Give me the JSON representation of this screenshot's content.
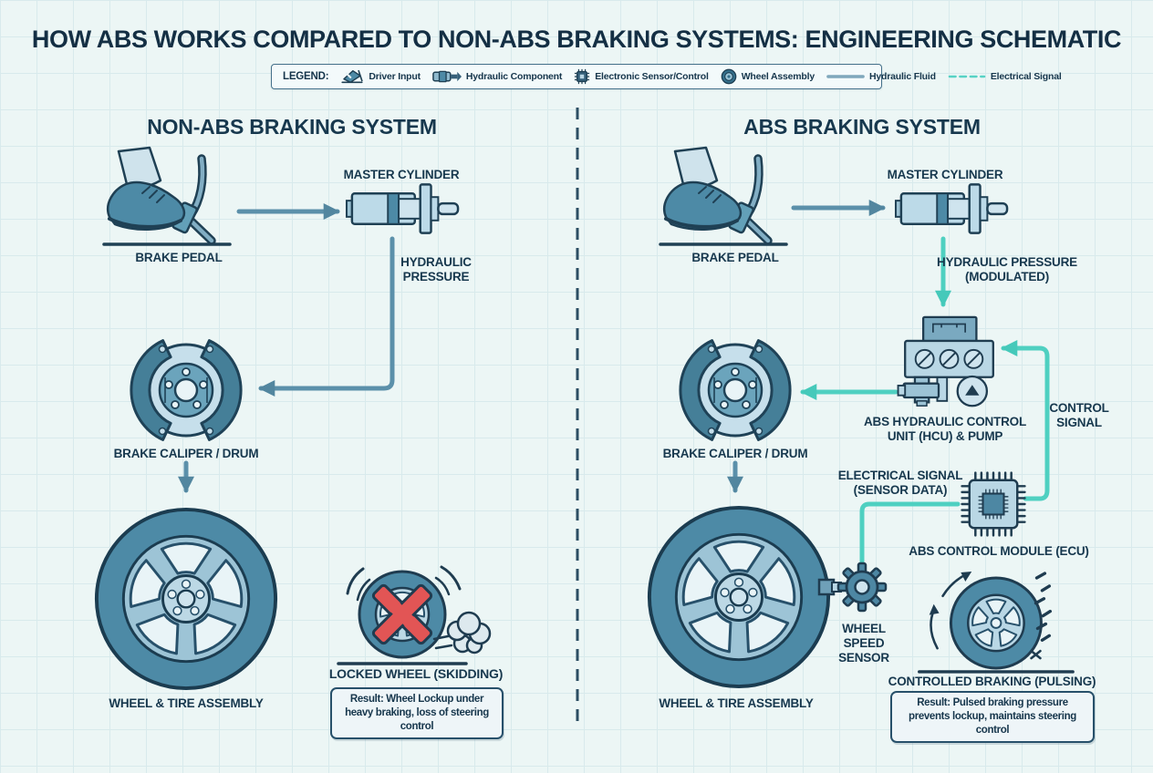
{
  "title": "HOW ABS WORKS COMPARED TO NON-ABS BRAKING SYSTEMS: ENGINEERING SCHEMATIC",
  "legend": {
    "label": "LEGEND:",
    "items": [
      {
        "label": "Driver Input"
      },
      {
        "label": "Hydraulic Component"
      },
      {
        "label": "Electronic Sensor/Control"
      },
      {
        "label": "Wheel Assembly"
      },
      {
        "label": "Hydraulic Fluid"
      },
      {
        "label": "Electrical Signal"
      }
    ]
  },
  "non_abs": {
    "heading": "NON-ABS BRAKING SYSTEM",
    "brake_pedal": "BRAKE PEDAL",
    "master_cylinder": "MASTER CYLINDER",
    "hydraulic_pressure": "HYDRAULIC PRESSURE",
    "brake_caliper": "BRAKE CALIPER / DRUM",
    "wheel_assembly": "WHEEL & TIRE ASSEMBLY",
    "locked_wheel": "LOCKED WHEEL (SKIDDING)",
    "result": "Result: Wheel Lockup under heavy braking, loss of steering control"
  },
  "abs": {
    "heading": "ABS BRAKING SYSTEM",
    "brake_pedal": "BRAKE PEDAL",
    "master_cylinder": "MASTER CYLINDER",
    "hydraulic_pressure": "HYDRAULIC PRESSURE (MODULATED)",
    "hcu": "ABS HYDRAULIC CONTROL UNIT (HCU) & PUMP",
    "control_signal": "CONTROL SIGNAL",
    "brake_caliper": "BRAKE CALIPER / DRUM",
    "electrical_signal": "ELECTRICAL SIGNAL (SENSOR DATA)",
    "ecu": "ABS CONTROL MODULE (ECU)",
    "wheel_speed_sensor": "WHEEL SPEED SENSOR",
    "wheel_assembly": "WHEEL & TIRE ASSEMBLY",
    "controlled_braking": "CONTROLLED BRAKING (PULSING)",
    "result": "Result: Pulsed braking pressure prevents lockup, maintains steering control"
  },
  "colors": {
    "background": "#ecf6f5",
    "grid_line": "#d8eaec",
    "dark_navy": "#1c3c52",
    "steel_blue": "#5b90aa",
    "component_light_blue": "#bcd8e5",
    "component_mid_blue": "#4d8aa6",
    "accent_teal": "#4fd0c1",
    "alert_red": "#e25555"
  }
}
